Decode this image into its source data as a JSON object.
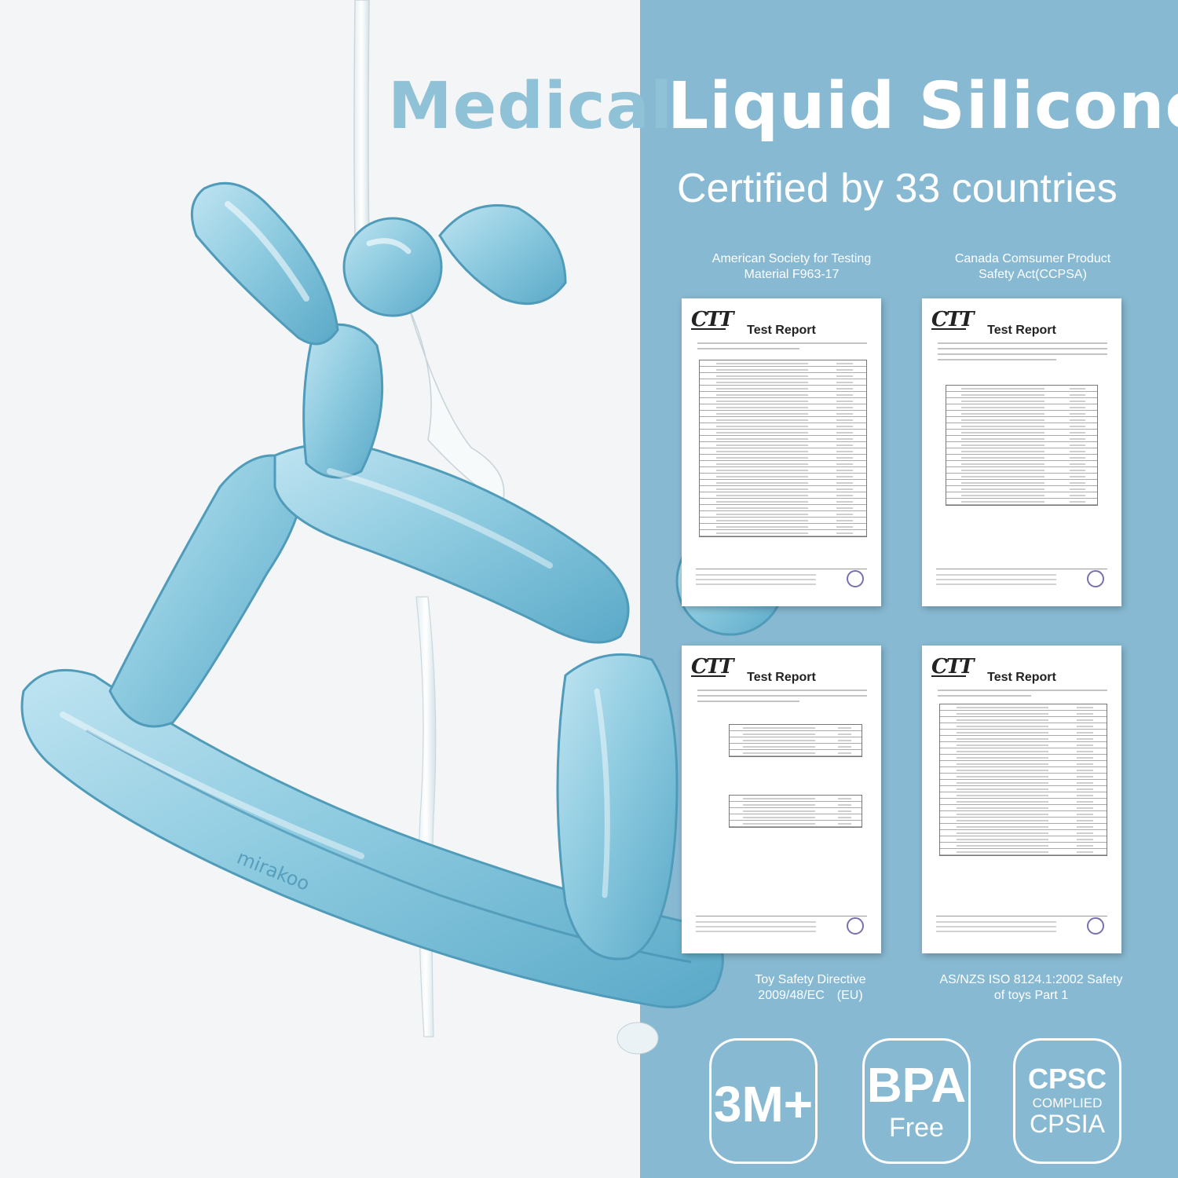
{
  "headline": {
    "part1": "Medical",
    "part2": "Liquid Silicone"
  },
  "subtitle": "Certified by 33 countries",
  "certificates": [
    {
      "caption_line1": "American Society for Testing",
      "caption_line2": "Material F963-17",
      "doc_title": "Test Report",
      "logo": "CTT"
    },
    {
      "caption_line1": "Canada Comsumer Product",
      "caption_line2": "Safety Act(CCPSA)",
      "doc_title": "Test Report",
      "logo": "CTT"
    },
    {
      "caption_line1": "Toy Safety Directive",
      "caption_line2": "2009/48/EC　(EU)",
      "doc_title": "Test Report",
      "logo": "CTT"
    },
    {
      "caption_line1": "AS/NZS ISO 8124.1:2002 Safety",
      "caption_line2": "of toys Part 1",
      "doc_title": "Test Report",
      "logo": "CTT"
    }
  ],
  "badges": {
    "b1": {
      "main": "3M+"
    },
    "b2": {
      "main": "BPA",
      "sub": "Free"
    },
    "b3": {
      "top": "CPSC",
      "mid": "COMPLIED",
      "bottom": "CPSIA"
    }
  },
  "product": {
    "engraving": "mirakoo",
    "color": "#8dcbe0",
    "icon": "rocking-horse-teether"
  },
  "colors": {
    "panel": "#88b9d2",
    "accent_title": "#8fc1d7",
    "background": "#f3f5f6"
  }
}
